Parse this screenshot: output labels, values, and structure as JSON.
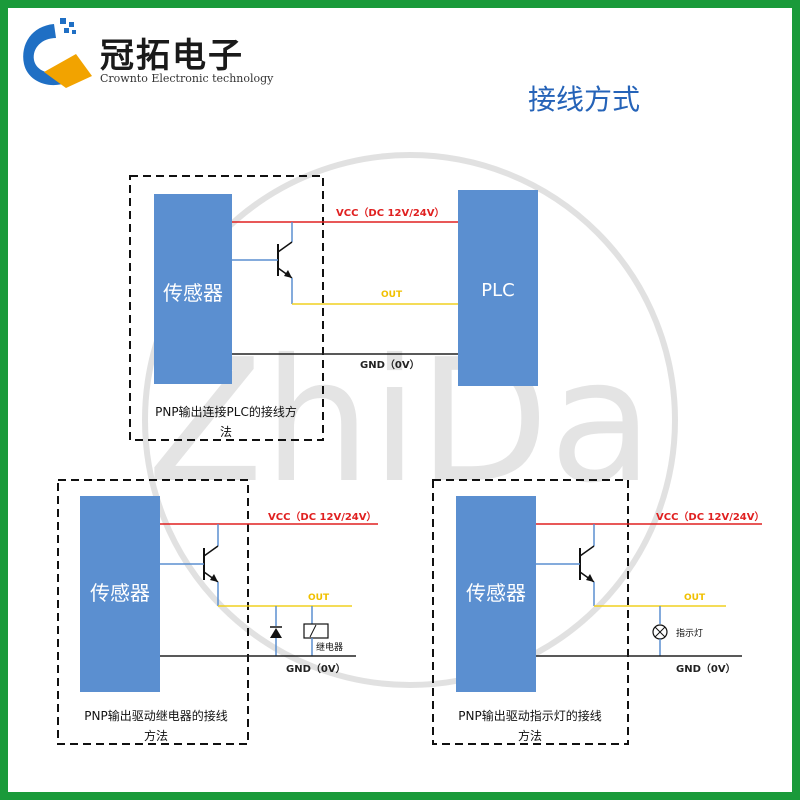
{
  "header": {
    "brand_name": "冠拓电子",
    "brand_sub": "Crownto Electronic technology",
    "page_title": "接线方式"
  },
  "watermark": {
    "text": "ZhiDa"
  },
  "diagrams": {
    "plc": {
      "sensor_label": "传感器",
      "plc_label": "PLC",
      "vcc_label": "VCC（DC 12V/24V）",
      "out_label": "OUT",
      "gnd_label": "GND（0V）",
      "caption_line1": "PNP输出连接PLC的接线方",
      "caption_line2": "法"
    },
    "relay": {
      "sensor_label": "传感器",
      "vcc_label": "VCC（DC 12V/24V）",
      "out_label": "OUT",
      "gnd_label": "GND（0V）",
      "relay_label": "继电器",
      "caption_line1": "PNP输出驱动继电器的接线",
      "caption_line2": "方法"
    },
    "lamp": {
      "sensor_label": "传感器",
      "vcc_label": "VCC（DC 12V/24V）",
      "out_label": "OUT",
      "gnd_label": "GND（0V）",
      "lamp_label": "指示灯",
      "caption_line1": "PNP输出驱动指示灯的接线",
      "caption_line2": "方法"
    }
  },
  "colors": {
    "frame_green": "#1a9a3a",
    "sensor_blue": "#5b8fd0",
    "vcc_red": "#e02020",
    "out_yellow": "#f0d020",
    "gnd_black": "#222222",
    "title_blue": "#2563b8"
  }
}
